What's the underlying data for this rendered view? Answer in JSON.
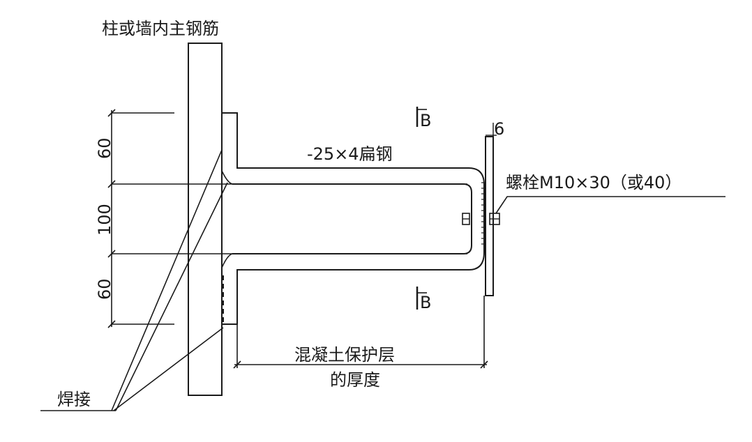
{
  "title": "柱或墙内主钢筋",
  "labels": {
    "flat_steel": "-25×4扁钢",
    "bolt": "螺栓M10×30（或40）",
    "cover_line1": "混凝土保护层",
    "cover_line2": "的厚度",
    "weld": "焊接"
  },
  "section_marker": {
    "top": "B",
    "bottom": "B"
  },
  "dimensions": {
    "top": "60",
    "middle": "100",
    "bottom": "60",
    "plate": "6"
  }
}
